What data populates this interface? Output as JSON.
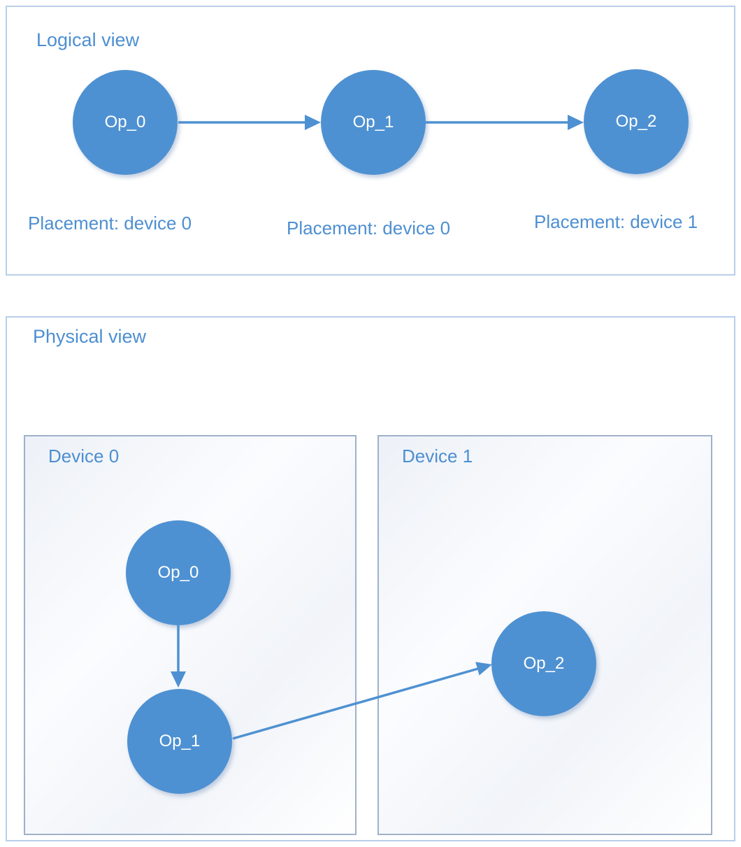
{
  "colors": {
    "node_fill": "#4e91d2",
    "arrow": "#4e91d2",
    "title_text": "#4d8fd1",
    "panel_border": "#b9cee9",
    "device_border": "#9fb1ca",
    "node_text": "#ffffff"
  },
  "logical": {
    "title": "Logical view",
    "nodes": [
      {
        "label": "Op_0",
        "placement": "Placement: device 0"
      },
      {
        "label": "Op_1",
        "placement": "Placement: device 0"
      },
      {
        "label": "Op_2",
        "placement": "Placement: device 1"
      }
    ]
  },
  "physical": {
    "title": "Physical view",
    "devices": [
      {
        "label": "Device 0"
      },
      {
        "label": "Device 1"
      }
    ],
    "nodes": [
      {
        "label": "Op_0",
        "device": "Device 0"
      },
      {
        "label": "Op_1",
        "device": "Device 0"
      },
      {
        "label": "Op_2",
        "device": "Device 1"
      }
    ]
  }
}
